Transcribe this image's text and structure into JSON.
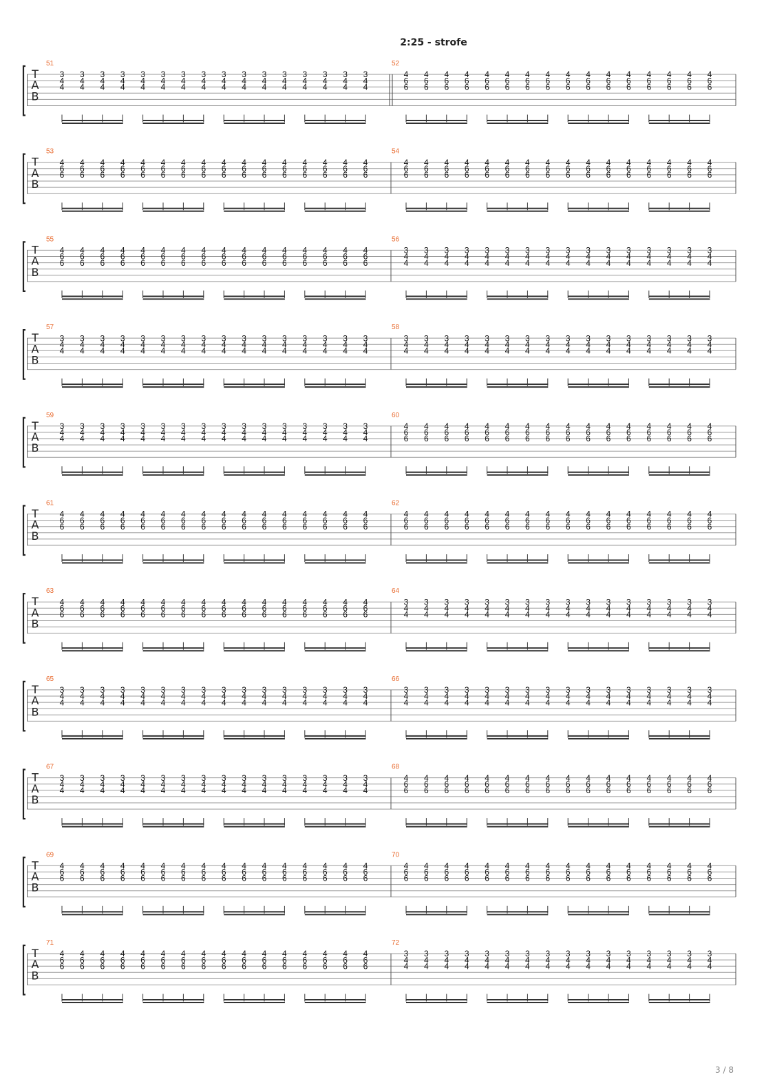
{
  "section_marker": "2:25 - strofe",
  "page_number": "3 / 8",
  "clef_letters": [
    "T",
    "A",
    "B"
  ],
  "chord_patterns": {
    "A": [
      "3",
      "4",
      "4"
    ],
    "B": [
      "4",
      "6",
      "6"
    ]
  },
  "notes_per_bar": 16,
  "systems": [
    {
      "bars": [
        {
          "number": "51",
          "chord": "A"
        },
        {
          "number": "52",
          "chord": "B",
          "repeat_start": true
        }
      ]
    },
    {
      "bars": [
        {
          "number": "53",
          "chord": "B"
        },
        {
          "number": "54",
          "chord": "B"
        }
      ]
    },
    {
      "bars": [
        {
          "number": "55",
          "chord": "B"
        },
        {
          "number": "56",
          "chord": "A"
        }
      ]
    },
    {
      "bars": [
        {
          "number": "57",
          "chord": "A"
        },
        {
          "number": "58",
          "chord": "A"
        }
      ]
    },
    {
      "bars": [
        {
          "number": "59",
          "chord": "A"
        },
        {
          "number": "60",
          "chord": "B"
        }
      ]
    },
    {
      "bars": [
        {
          "number": "61",
          "chord": "B"
        },
        {
          "number": "62",
          "chord": "B"
        }
      ]
    },
    {
      "bars": [
        {
          "number": "63",
          "chord": "B"
        },
        {
          "number": "64",
          "chord": "A"
        }
      ]
    },
    {
      "bars": [
        {
          "number": "65",
          "chord": "A"
        },
        {
          "number": "66",
          "chord": "A"
        }
      ]
    },
    {
      "bars": [
        {
          "number": "67",
          "chord": "A"
        },
        {
          "number": "68",
          "chord": "B"
        }
      ]
    },
    {
      "bars": [
        {
          "number": "69",
          "chord": "B"
        },
        {
          "number": "70",
          "chord": "B"
        }
      ]
    },
    {
      "bars": [
        {
          "number": "71",
          "chord": "B"
        },
        {
          "number": "72",
          "chord": "A"
        }
      ]
    }
  ]
}
